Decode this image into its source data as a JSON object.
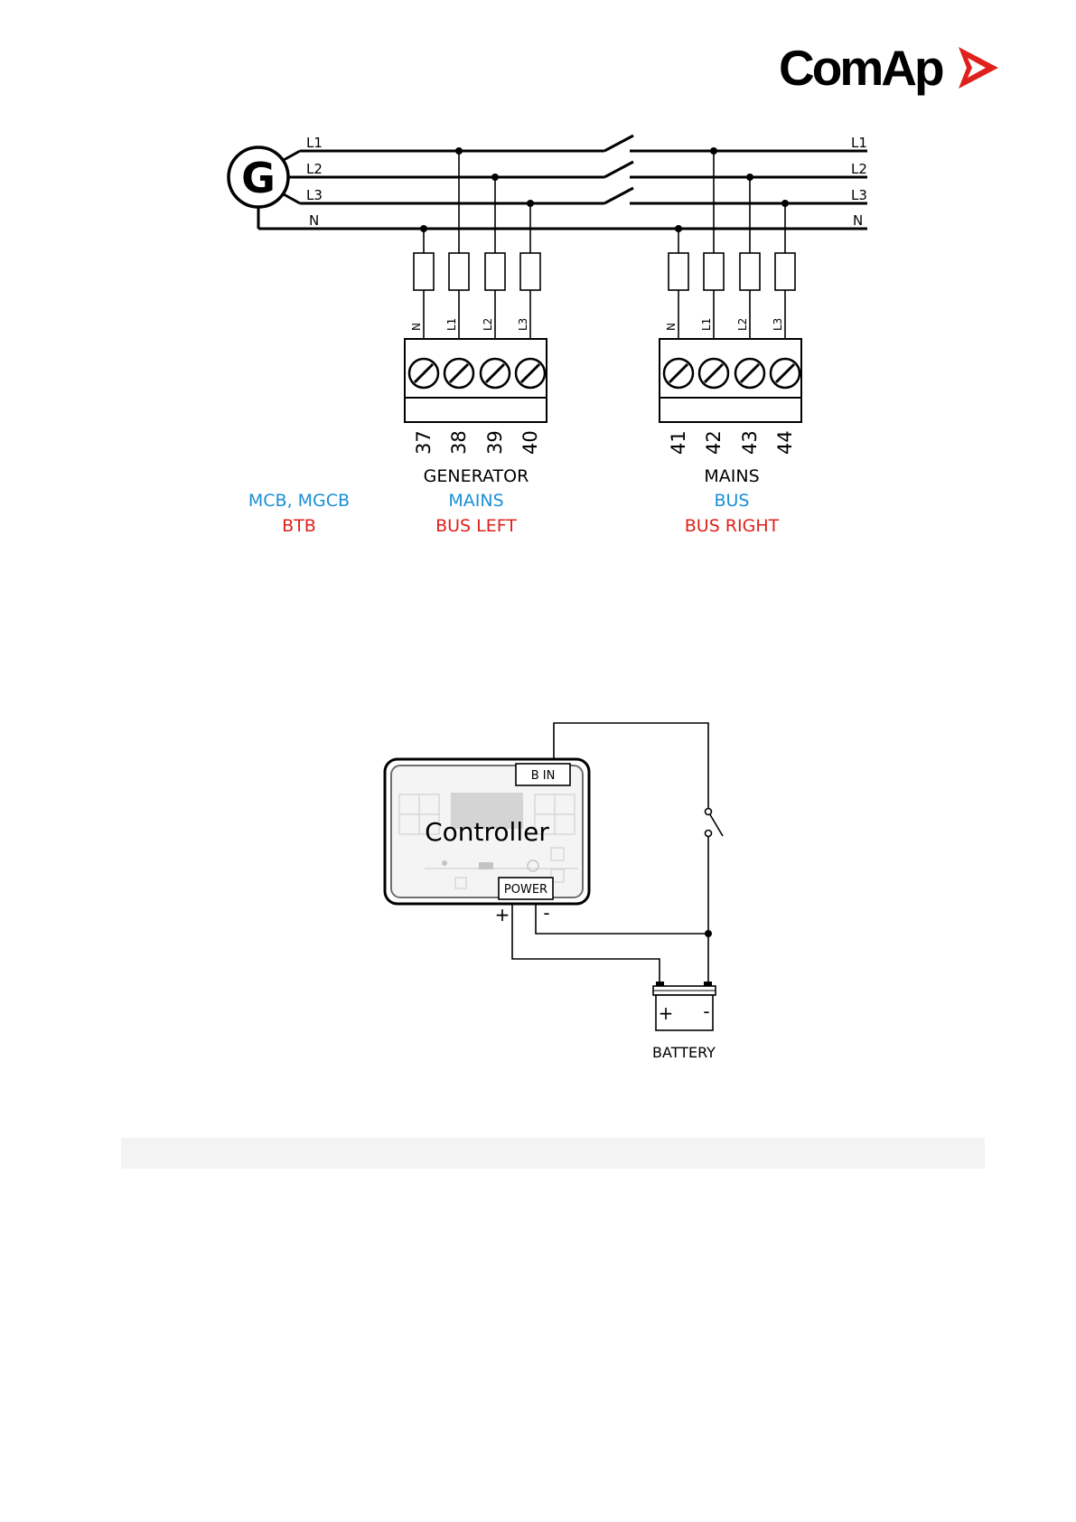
{
  "brand": {
    "name": "ComAp",
    "accent": "#e0201b"
  },
  "diagram1": {
    "generator_symbol": "G",
    "left_phase_labels": [
      "L1",
      "L2",
      "L3",
      "N"
    ],
    "right_phase_labels": [
      "L1",
      "L2",
      "L3",
      "N"
    ],
    "left_terminal_labels": [
      "N",
      "L1",
      "L2",
      "L3"
    ],
    "right_terminal_labels": [
      "N",
      "L1",
      "L2",
      "L3"
    ],
    "left_terminal_numbers": [
      "37",
      "38",
      "39",
      "40"
    ],
    "right_terminal_numbers": [
      "41",
      "42",
      "43",
      "44"
    ],
    "captions": {
      "row_labels": {
        "blue": "MCB, MGCB",
        "red": "BTB"
      },
      "left": {
        "black": "GENERATOR",
        "blue": "MAINS",
        "red": "BUS LEFT"
      },
      "right": {
        "black": "MAINS",
        "blue": "BUS",
        "red": "BUS RIGHT"
      }
    },
    "colors": {
      "blue": "#1a8fd6",
      "red": "#e0201b"
    }
  },
  "diagram2": {
    "controller_label": "Controller",
    "bin_label": "B IN",
    "power_label": "POWER",
    "plus": "+",
    "minus": "-",
    "battery_label": "BATTERY",
    "battery_plus": "+",
    "battery_minus": "-"
  }
}
